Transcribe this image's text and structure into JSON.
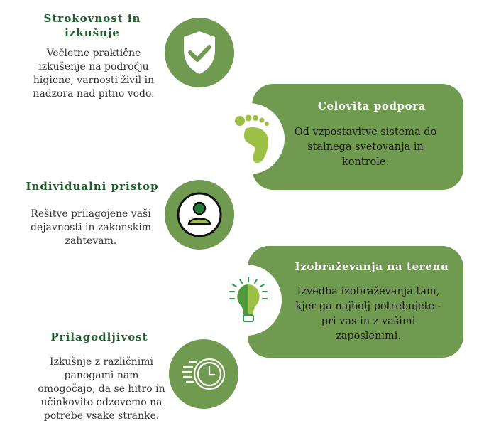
{
  "items": [
    {
      "title": "Strokovnost in izkušnje",
      "title_l1": "Strokovnost in",
      "title_l2": "izkušnje",
      "text": "Večletne praktične izkušenje na področju higiene, varnosti živil in nadzora nad pitno vodo.",
      "icon": "shield-check-icon"
    },
    {
      "title": "Celovita podpora",
      "text": "Od vzpostavitve sistema do stalnega svetovanja in kontrole.",
      "icon": "footprint-icon"
    },
    {
      "title": "Individualni pristop",
      "text": "Rešitve prilagojene vaši dejavnosti in zakonskim zahtevam.",
      "icon": "person-icon"
    },
    {
      "title": "Izobraževanja na terenu",
      "text": "Izvedba izobraževanja tam, kjer ga najbolj potrebujete - pri vas in z vašimi zaposlenimi.",
      "icon": "lightbulb-icon"
    },
    {
      "title": "Prilagodljivost",
      "text": "Izkušnje z različnimi panogami nam omogočajo, da se hitro in učinkovito odzovemo na potrebe vsake stranke.",
      "icon": "fast-clock-icon"
    }
  ],
  "colors": {
    "accent": "#6f9a50",
    "title": "#1f5e2e",
    "light": "#9cc046"
  }
}
